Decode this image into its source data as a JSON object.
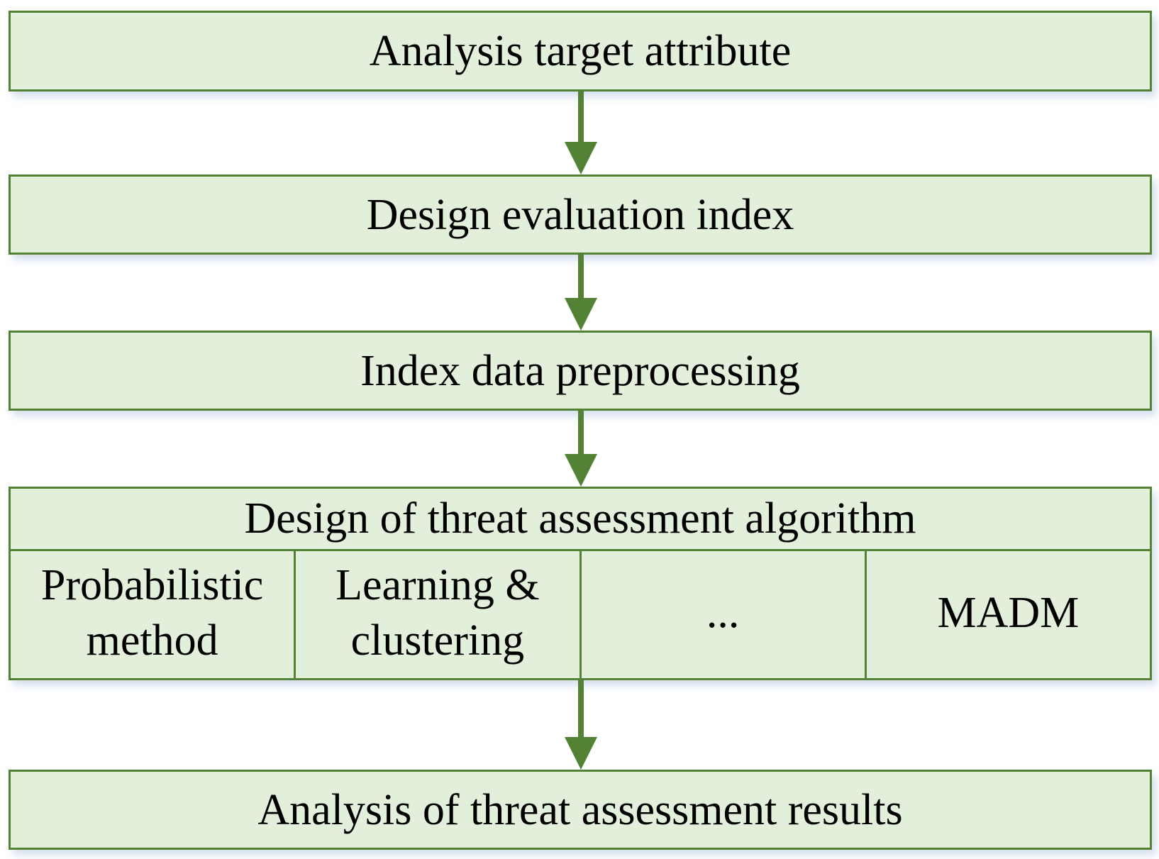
{
  "flowchart": {
    "steps": [
      {
        "label": "Analysis target attribute"
      },
      {
        "label": "Design evaluation index"
      },
      {
        "label": "Index data preprocessing"
      }
    ],
    "algorithm_block": {
      "title": "Design of threat assessment algorithm",
      "methods": [
        {
          "line1": "Probabilistic",
          "line2": "method"
        },
        {
          "line1": "Learning &",
          "line2": "clustering"
        },
        {
          "line1": "...",
          "line2": ""
        },
        {
          "line1": "MADM",
          "line2": ""
        }
      ]
    },
    "final_step": {
      "label": "Analysis of threat assessment results"
    }
  },
  "colors": {
    "box_fill": "#e2efda",
    "box_border": "#548235",
    "arrow": "#548235"
  }
}
